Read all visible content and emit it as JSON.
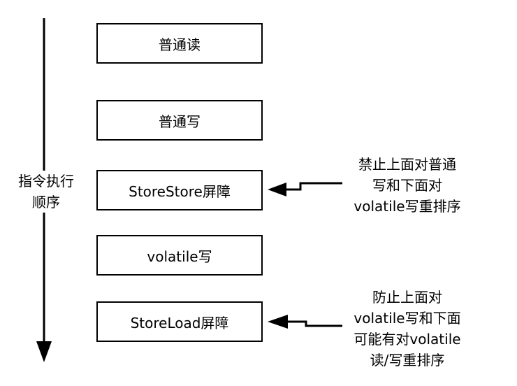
{
  "diagram": {
    "axis_label": [
      "指令执行",
      "顺序"
    ],
    "boxes": [
      "普通读",
      "普通写",
      "StoreStore屏障",
      "volatile写",
      "StoreLoad屏障"
    ],
    "notes": [
      [
        "禁止上面对普通",
        "写和下面对",
        "volatile写重排序"
      ],
      [
        "防止上面对",
        "volatile写和下面",
        "可能有对volatile",
        "读/写重排序"
      ]
    ],
    "colors": {
      "line": "#000000",
      "box_border": "#000000",
      "background": "#ffffff"
    }
  }
}
